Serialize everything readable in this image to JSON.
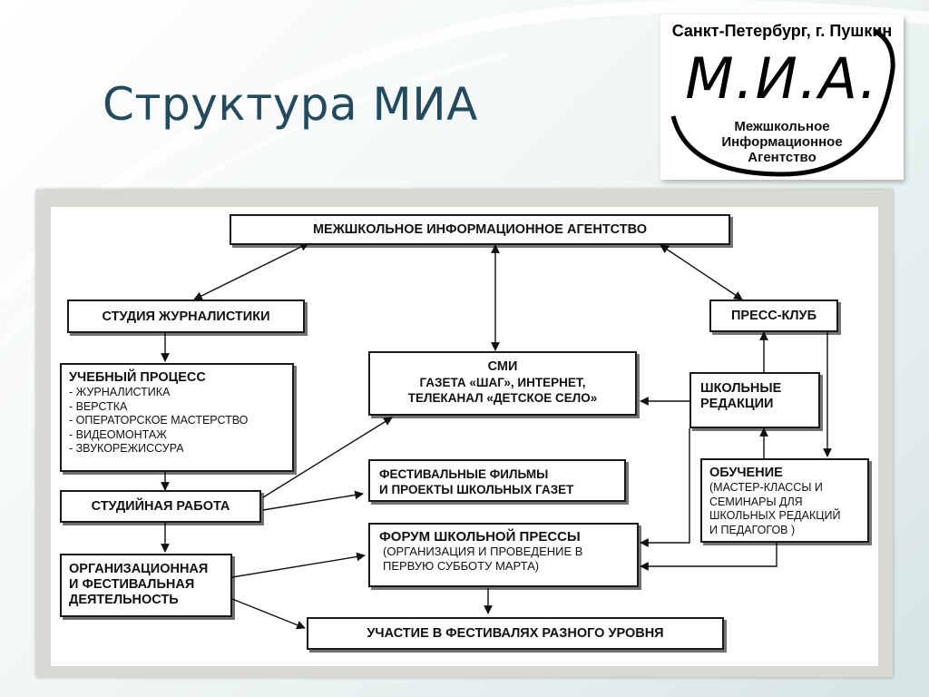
{
  "slide_title": "Структура МИА",
  "logo": {
    "city": "Санкт-Петербург, г. Пушкин",
    "abbr": "М.И.А.",
    "line1": "Межшкольное",
    "line2": "Информационное",
    "line3": "Агентство"
  },
  "nodes": {
    "mia": "МЕЖШКОЛЬНОЕ ИНФОРМАЦИОННОЕ АГЕНТСТВО",
    "studio_journalism": "СТУДИЯ ЖУРНАЛИСТИКИ",
    "press_club": "ПРЕСС-КЛУБ",
    "smi_title": "СМИ",
    "smi_line1": "ГАЗЕТА «ШАГ», ИНТЕРНЕТ,",
    "smi_line2": "ТЕЛЕКАНАЛ «ДЕТСКОЕ СЕЛО»",
    "edu_title": "УЧЕБНЫЙ ПРОЦЕСС",
    "edu_items": [
      "- ЖУРНАЛИСТИКА",
      "- ВЕРСТКА",
      "- ОПЕРАТОРСКОЕ МАСТЕРСТВО",
      "- ВИДЕОМОНТАЖ",
      "- ЗВУКОРЕЖИССУРА"
    ],
    "school_editorial_1": "ШКОЛЬНЫЕ",
    "school_editorial_2": "РЕДАКЦИИ",
    "studio_work": "СТУДИЙНАЯ РАБОТА",
    "festival_films_1": "ФЕСТИВАЛЬНЫЕ ФИЛЬМЫ",
    "festival_films_2": "И ПРОЕКТЫ ШКОЛЬНЫХ ГАЗЕТ",
    "training_title": "ОБУЧЕНИЕ",
    "training_lines": [
      "(МАСТЕР-КЛАССЫ И",
      "СЕМИНАРЫ ДЛЯ",
      "ШКОЛЬНЫХ РЕДАКЦИЙ",
      "И ПЕДАГОГОВ )"
    ],
    "forum_title": "ФОРУМ ШКОЛЬНОЙ ПРЕССЫ",
    "forum_line1": "(ОРГАНИЗАЦИЯ И ПРОВЕДЕНИЕ В",
    "forum_line2": "ПЕРВУЮ СУББОТУ МАРТА)",
    "org_1": "ОРГАНИЗАЦИОННАЯ",
    "org_2": "И ФЕСТИВАЛЬНАЯ",
    "org_3": "ДЕЯТЕЛЬНОСТЬ",
    "participation": "УЧАСТИЕ В ФЕСТИВАЛЯХ РАЗНОГО УРОВНЯ"
  }
}
